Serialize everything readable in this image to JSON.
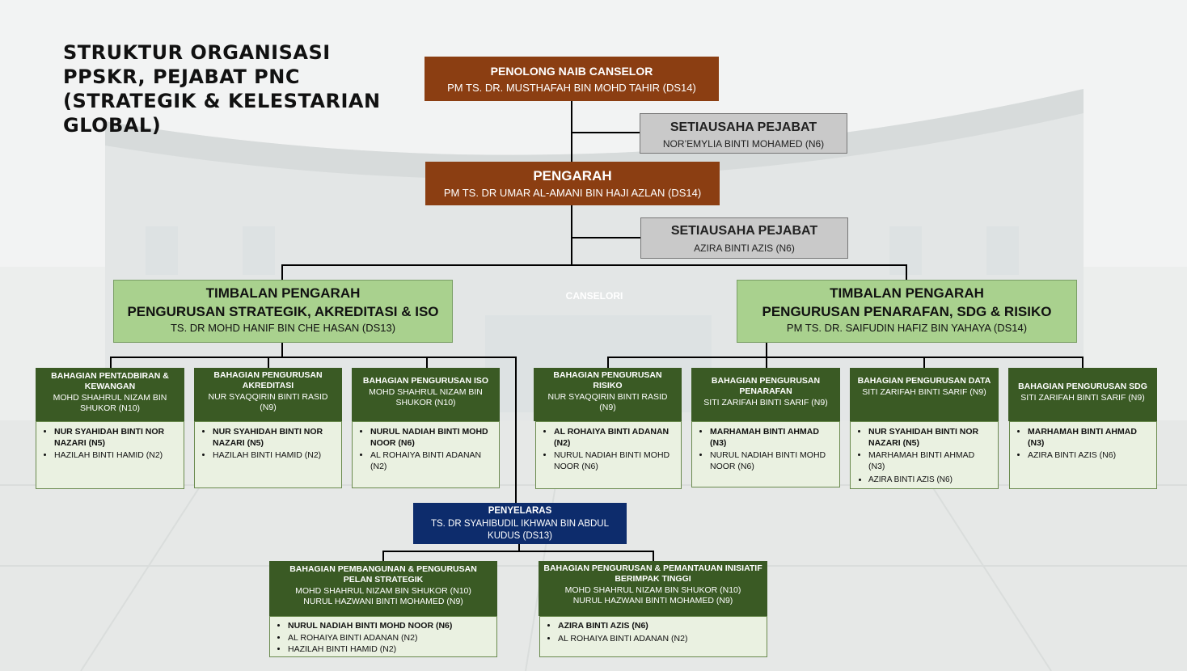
{
  "title": "STRUKTUR ORGANISASI PPSKR, PEJABAT PNC (STRATEGIK & KELESTARIAN GLOBAL)",
  "background_label": "CANSELORI",
  "colors": {
    "brown": "#8b3e12",
    "grey": "#c9c9c9",
    "light_green": "#a9d18e",
    "dark_green": "#3a5a24",
    "navy": "#0d2c6c"
  },
  "pnc": {
    "role": "PENOLONG NAIB CANSELOR",
    "name": "PM TS. DR. MUSTHAFAH BIN MOHD TAHIR (DS14)"
  },
  "sec1": {
    "role": "SETIAUSAHA PEJABAT",
    "name": "NOR’EMYLIA BINTI MOHAMED (N6)"
  },
  "director": {
    "role": "PENGARAH",
    "name": "PM TS. DR UMAR AL-AMANI BIN HAJI AZLAN (DS14)"
  },
  "sec2": {
    "role": "SETIAUSAHA PEJABAT",
    "name": "AZIRA BINTI AZIS (N6)"
  },
  "deputy_left": {
    "role": "TIMBALAN PENGARAH",
    "area": "PENGURUSAN STRATEGIK, AKREDITASI & ISO",
    "name": "TS. DR MOHD HANIF BIN CHE HASAN (DS13)"
  },
  "deputy_right": {
    "role": "TIMBALAN PENGARAH",
    "area": "PENGURUSAN PENARAFAN, SDG & RISIKO",
    "name": "PM TS. DR. SAIFUDIN HAFIZ BIN YAHAYA (DS14)"
  },
  "units": [
    {
      "title": "BAHAGIAN PENTADBIRAN & KEWANGAN",
      "head": "MOHD SHAHRUL NIZAM BIN SHUKOR (N10)",
      "members": [
        {
          "name": "NUR SYAHIDAH BINTI NOR NAZARI (N5)",
          "bold": true
        },
        {
          "name": "HAZILAH BINTI HAMID (N2)",
          "bold": false
        }
      ]
    },
    {
      "title": "BAHAGIAN PENGURUSAN AKREDITASI",
      "head": "NUR SYAQQIRIN BINTI RASID (N9)",
      "members": [
        {
          "name": "NUR SYAHIDAH BINTI NOR NAZARI (N5)",
          "bold": true
        },
        {
          "name": "HAZILAH BINTI HAMID (N2)",
          "bold": false
        }
      ]
    },
    {
      "title": "BAHAGIAN PENGURUSAN ISO",
      "head": "MOHD SHAHRUL NIZAM BIN SHUKOR (N10)",
      "members": [
        {
          "name": "NURUL NADIAH BINTI MOHD NOOR (N6)",
          "bold": true
        },
        {
          "name": "AL ROHAIYA BINTI ADANAN (N2)",
          "bold": false
        }
      ]
    },
    {
      "title": "BAHAGIAN PENGURUSAN RISIKO",
      "head": "NUR SYAQQIRIN BINTI RASID (N9)",
      "members": [
        {
          "name": "AL ROHAIYA BINTI ADANAN (N2)",
          "bold": true
        },
        {
          "name": "NURUL NADIAH BINTI MOHD NOOR (N6)",
          "bold": false
        }
      ]
    },
    {
      "title": "BAHAGIAN PENGURUSAN PENARAFAN",
      "head": "SITI ZARIFAH BINTI SARIF (N9)",
      "members": [
        {
          "name": "MARHAMAH BINTI AHMAD (N3)",
          "bold": true
        },
        {
          "name": "NURUL NADIAH BINTI MOHD NOOR (N6)",
          "bold": false
        }
      ]
    },
    {
      "title": "BAHAGIAN PENGURUSAN DATA",
      "head": "SITI ZARIFAH BINTI SARIF (N9)",
      "members": [
        {
          "name": "NUR SYAHIDAH BINTI NOR NAZARI (N5)",
          "bold": true
        },
        {
          "name": "MARHAMAH BINTI AHMAD (N3)",
          "bold": false
        },
        {
          "name": "AZIRA BINTI AZIS (N6)",
          "bold": false
        }
      ]
    },
    {
      "title": "BAHAGIAN PENGURUSAN SDG",
      "head": "SITI ZARIFAH BINTI SARIF (N9)",
      "members": [
        {
          "name": "MARHAMAH BINTI AHMAD (N3)",
          "bold": true
        },
        {
          "name": "AZIRA BINTI AZIS (N6)",
          "bold": false
        }
      ]
    }
  ],
  "coordinator": {
    "role": "PENYELARAS",
    "name": "TS. DR SYAHIBUDIL IKHWAN BIN ABDUL KUDUS (DS13)"
  },
  "sub_units": [
    {
      "title": "BAHAGIAN PEMBANGUNAN & PENGURUSAN PELAN STRATEGIK",
      "heads": [
        "MOHD SHAHRUL NIZAM BIN SHUKOR (N10)",
        "NURUL HAZWANI BINTI MOHAMED (N9)"
      ],
      "members": [
        {
          "name": "NURUL NADIAH BINTI MOHD NOOR (N6)",
          "bold": true
        },
        {
          "name": "AL ROHAIYA BINTI ADANAN (N2)",
          "bold": false
        },
        {
          "name": "HAZILAH BINTI HAMID (N2)",
          "bold": false
        }
      ]
    },
    {
      "title": "BAHAGIAN PENGURUSAN & PEMANTAUAN INISIATIF BERIMPAK TINGGI",
      "heads": [
        "MOHD SHAHRUL NIZAM BIN SHUKOR (N10)",
        "NURUL HAZWANI BINTI MOHAMED (N9)"
      ],
      "members": [
        {
          "name": "AZIRA BINTI AZIS (N6)",
          "bold": true
        },
        {
          "name": "AL ROHAIYA BINTI ADANAN (N2)",
          "bold": false
        }
      ]
    }
  ]
}
